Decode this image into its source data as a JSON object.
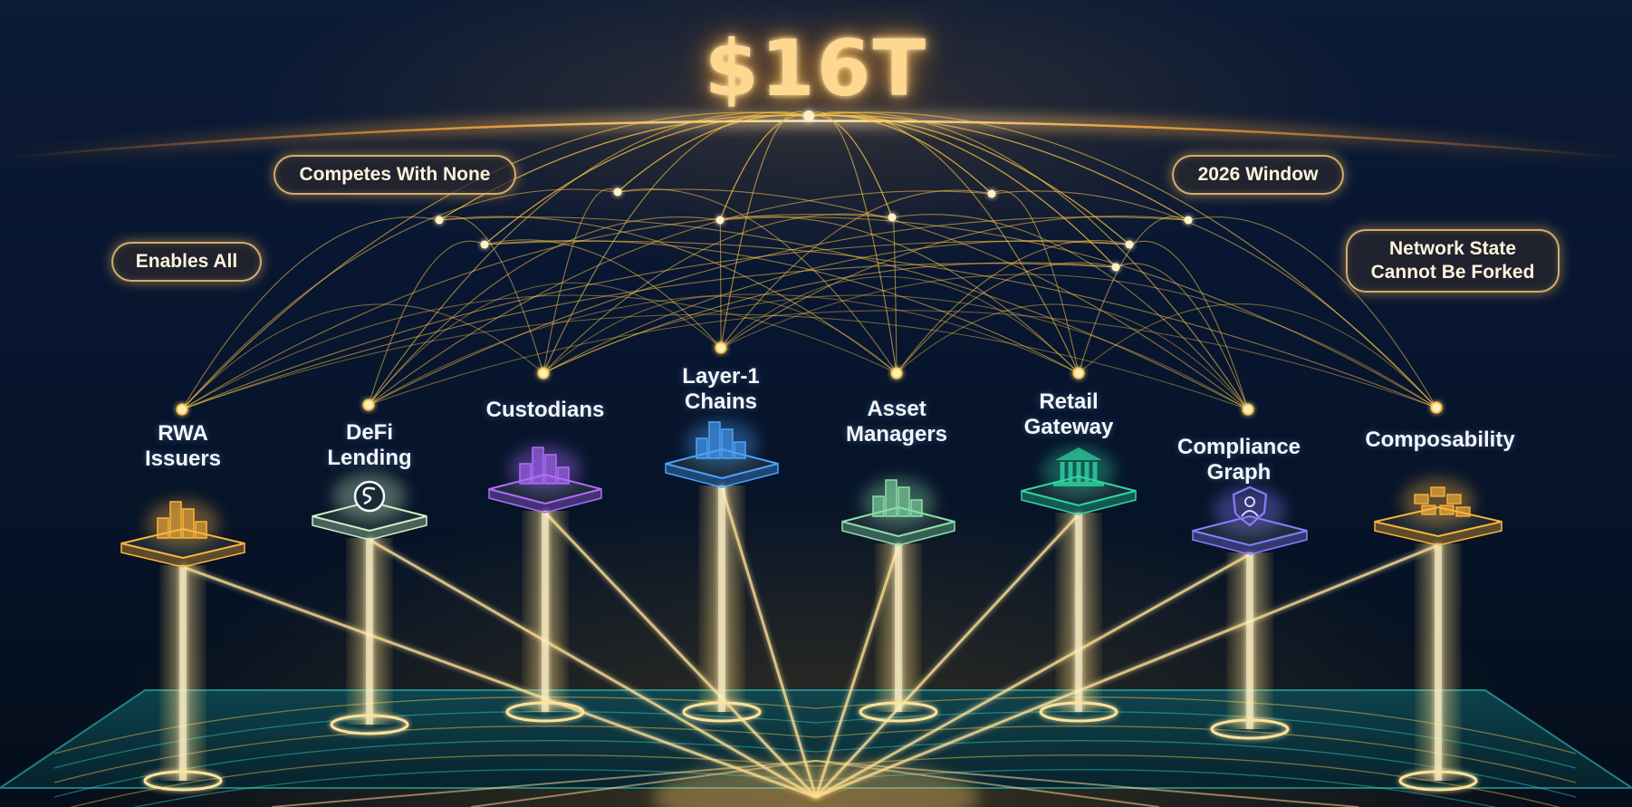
{
  "headline": "$16T",
  "callouts": {
    "competes": "Competes With None",
    "enables": "Enables All",
    "window": "2026 Window",
    "network": "Network State\nCannot Be Forked"
  },
  "nodes": [
    {
      "label": "RWA\nIssuers",
      "icon": "buildings-icon",
      "color": "#ffb53a"
    },
    {
      "label": "DeFi\nLending",
      "icon": "coin-icon",
      "color": "#c9f2c0"
    },
    {
      "label": "Custodians",
      "icon": "buildings-icon",
      "color": "#b26cff"
    },
    {
      "label": "Layer-1\nChains",
      "icon": "buildings-icon",
      "color": "#4aa3ff"
    },
    {
      "label": "Asset\nManagers",
      "icon": "buildings-icon",
      "color": "#8be0a8"
    },
    {
      "label": "Retail\nGateway",
      "icon": "bank-icon",
      "color": "#2fd6a3"
    },
    {
      "label": "Compliance\nGraph",
      "icon": "shield-user-icon",
      "color": "#8a7dff"
    },
    {
      "label": "Composability",
      "icon": "blocks-icon",
      "color": "#ffb53a"
    }
  ],
  "colors": {
    "gold": "#ffc848",
    "deep_navy": "#061326",
    "teal": "#2fd6c8"
  }
}
